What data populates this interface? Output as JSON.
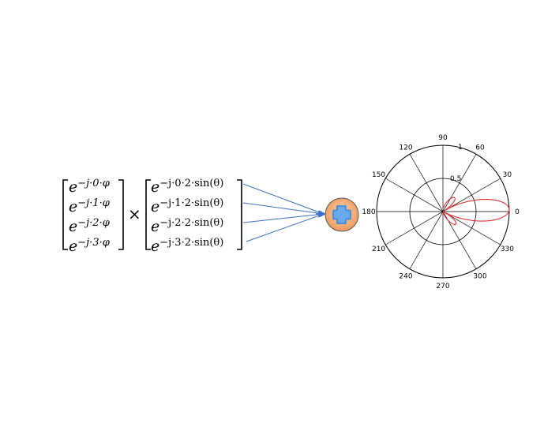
{
  "left_vector": {
    "rows": [
      {
        "base": "e",
        "exponent": "−j·0·φ"
      },
      {
        "base": "e",
        "exponent": "−j·1·φ"
      },
      {
        "base": "e",
        "exponent": "−j·2·φ"
      },
      {
        "base": "e",
        "exponent": "−j·3·φ"
      }
    ]
  },
  "operator": "×",
  "right_vector": {
    "rows": [
      {
        "base": "e",
        "exponent": "−j·0·2·sin(θ)"
      },
      {
        "base": "e",
        "exponent": "−j·1·2·sin(θ)"
      },
      {
        "base": "e",
        "exponent": "−j·2·2·sin(θ)"
      },
      {
        "base": "e",
        "exponent": "−j·3·2·sin(θ)"
      }
    ]
  },
  "sum_node": {
    "symbol": "plus",
    "fill": "#f2a66e",
    "cross_color": "#4a90d9"
  },
  "arrow_color": "#3a6fc4",
  "polar_plot": {
    "angle_labels": [
      "0",
      "30",
      "60",
      "90",
      "120",
      "150",
      "180",
      "210",
      "240",
      "270",
      "300",
      "330"
    ],
    "radial_labels": [
      "0.5",
      "1"
    ],
    "pattern_color": "#e03030"
  }
}
